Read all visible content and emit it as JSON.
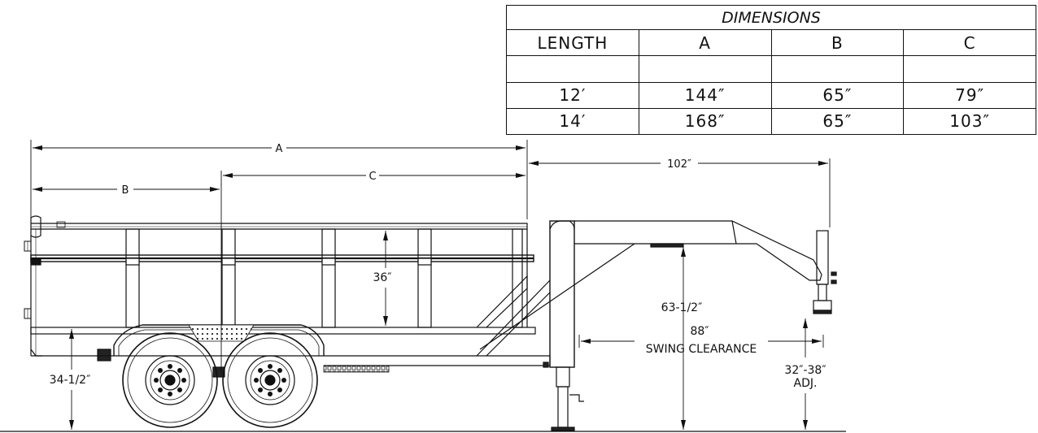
{
  "table": {
    "title": "DIMENSIONS",
    "headers": [
      "LENGTH",
      "A",
      "B",
      "C"
    ],
    "rows": [
      [
        "",
        "",
        "",
        ""
      ],
      [
        "12′",
        "144″",
        "65″",
        "79″"
      ],
      [
        "14′",
        "168″",
        "65″",
        "103″"
      ]
    ]
  },
  "dims": {
    "a": "A",
    "b": "B",
    "c": "C",
    "hitch": "102″",
    "side": "36″",
    "deck": "34-1/2″",
    "neck": "63-1/2″",
    "swing_value": "88″",
    "swing_label": "SWING CLEARANCE",
    "coupler": "32″-38″",
    "adj": "ADJ."
  },
  "colors": {
    "line": "#111111",
    "background": "#ffffff"
  }
}
